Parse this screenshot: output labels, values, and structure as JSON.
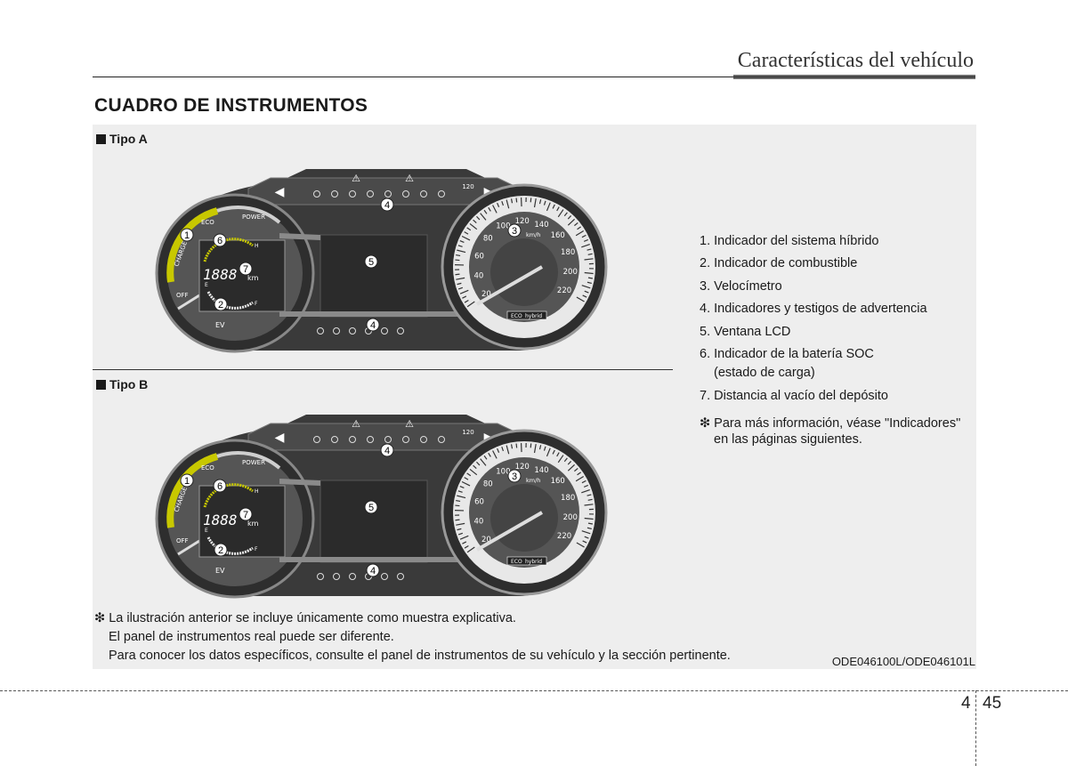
{
  "header": {
    "title": "Características del vehículo"
  },
  "section": {
    "title": "CUADRO DE INSTRUMENTOS"
  },
  "tipo_a": {
    "label": "Tipo A"
  },
  "tipo_b": {
    "label": "Tipo B"
  },
  "cluster": {
    "speed_ticks": [
      "20",
      "40",
      "60",
      "80",
      "100",
      "120",
      "140",
      "160",
      "180",
      "200",
      "220"
    ],
    "unit": "km/h",
    "gauge_labels": {
      "charge": "CHARGE",
      "eco": "ECO",
      "power": "POWER",
      "off": "OFF",
      "ev": "EV"
    },
    "odometer": "1888",
    "odo_unit": "km",
    "fuel_e": "E",
    "fuel_f": "F",
    "temp_h": "H",
    "speed_limit": "120",
    "badge_eco": "ECO",
    "badge_hybrid": "hybrid",
    "callouts": [
      "1",
      "2",
      "3",
      "4",
      "5",
      "6",
      "7"
    ],
    "colors": {
      "bezel": "#3a3a3a",
      "face": "#555555",
      "accent_yellow": "#c8c800",
      "lcd": "#2b2b2b"
    }
  },
  "legend": {
    "items": [
      "1. Indicador del sistema híbrido",
      "2. Indicador de combustible",
      "3. Velocímetro",
      "4. Indicadores y testigos de advertencia",
      "5. Ventana LCD",
      "6. Indicador de la batería SOC",
      "7. Distancia al vacío del depósito"
    ],
    "item6_cont": "(estado de carga)",
    "note_mark": "❇",
    "note_line1": "Para más información, véase \"Indicadores\"",
    "note_line2": "en las páginas siguientes."
  },
  "footnote": {
    "mark": "❇",
    "line1": "La ilustración anterior se incluye únicamente como muestra explicativa.",
    "line2": "El panel de instrumentos real puede ser diferente.",
    "line3": "Para conocer los datos específicos, consulte el panel de instrumentos de su vehículo y la sección pertinente."
  },
  "image_code": "ODE046100L/ODE046101L",
  "page": {
    "chapter": "4",
    "number": "45"
  }
}
